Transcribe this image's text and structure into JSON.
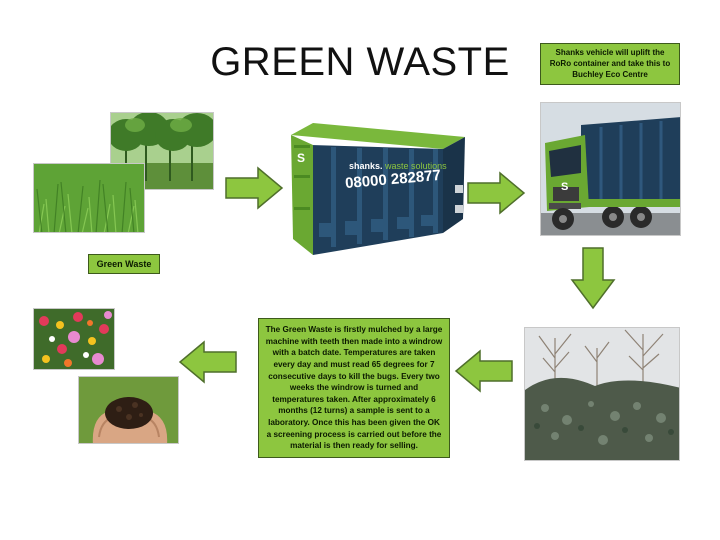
{
  "title": "GREEN WASTE",
  "callout_top": "Shanks vehicle will uplift the RoRo container and take this to Buchley Eco Centre",
  "green_waste_label": "Green Waste",
  "process_description": "The Green Waste is firstly mulched by  a large machine with teeth then made into a windrow with a batch date. Temperatures are taken every day and must read 65 degrees for 7 consecutive days to kill the bugs. Every two weeks the windrow is turned and temperatures taken. After approximately 6 months (12 turns) a sample is sent to a laboratory. Once this has been given the OK a screening process is carried out before the material is then  ready for selling.",
  "container": {
    "brand": "shanks.",
    "tagline": "waste solutions",
    "phone": "08000 282877",
    "door_badge": "S"
  },
  "truck": {
    "badge": "S"
  },
  "colors": {
    "arrow_fill": "#8dc63f",
    "arrow_stroke": "#4f6f2b",
    "box_fill": "#8dc63f",
    "container_green": "#6aa832",
    "container_blue": "#1f3e5a"
  }
}
